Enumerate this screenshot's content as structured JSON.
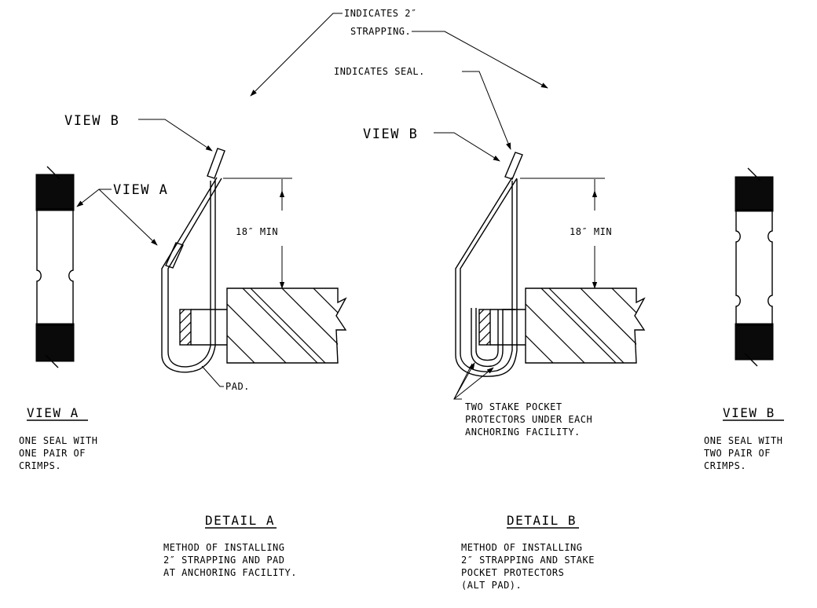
{
  "labels": {
    "indicates_strapping_1": "INDICATES 2″",
    "indicates_strapping_2": "STRAPPING.",
    "indicates_seal": "INDICATES SEAL.",
    "view_b_pointer_a": "VIEW B",
    "view_b_pointer_b": "VIEW B",
    "view_a_pointer": "VIEW A",
    "dim_a": "18″ MIN",
    "dim_b": "18″ MIN",
    "pad": "PAD.",
    "stake_1": "TWO STAKE POCKET",
    "stake_2": "PROTECTORS UNDER EACH",
    "stake_3": "ANCHORING FACILITY."
  },
  "view_a": {
    "title": "VIEW A",
    "desc": [
      "ONE SEAL WITH",
      "ONE PAIR OF",
      "CRIMPS."
    ]
  },
  "view_b": {
    "title": "VIEW B",
    "desc": [
      "ONE SEAL WITH",
      "TWO PAIR OF",
      "CRIMPS."
    ]
  },
  "detail_a": {
    "title": "DETAIL A",
    "desc": [
      "METHOD OF INSTALLING",
      "2″ STRAPPING AND PAD",
      "AT ANCHORING FACILITY."
    ]
  },
  "detail_b": {
    "title": "DETAIL B",
    "desc": [
      "METHOD OF INSTALLING",
      "2″ STRAPPING AND STAKE",
      "POCKET PROTECTORS",
      "(ALT PAD)."
    ]
  }
}
